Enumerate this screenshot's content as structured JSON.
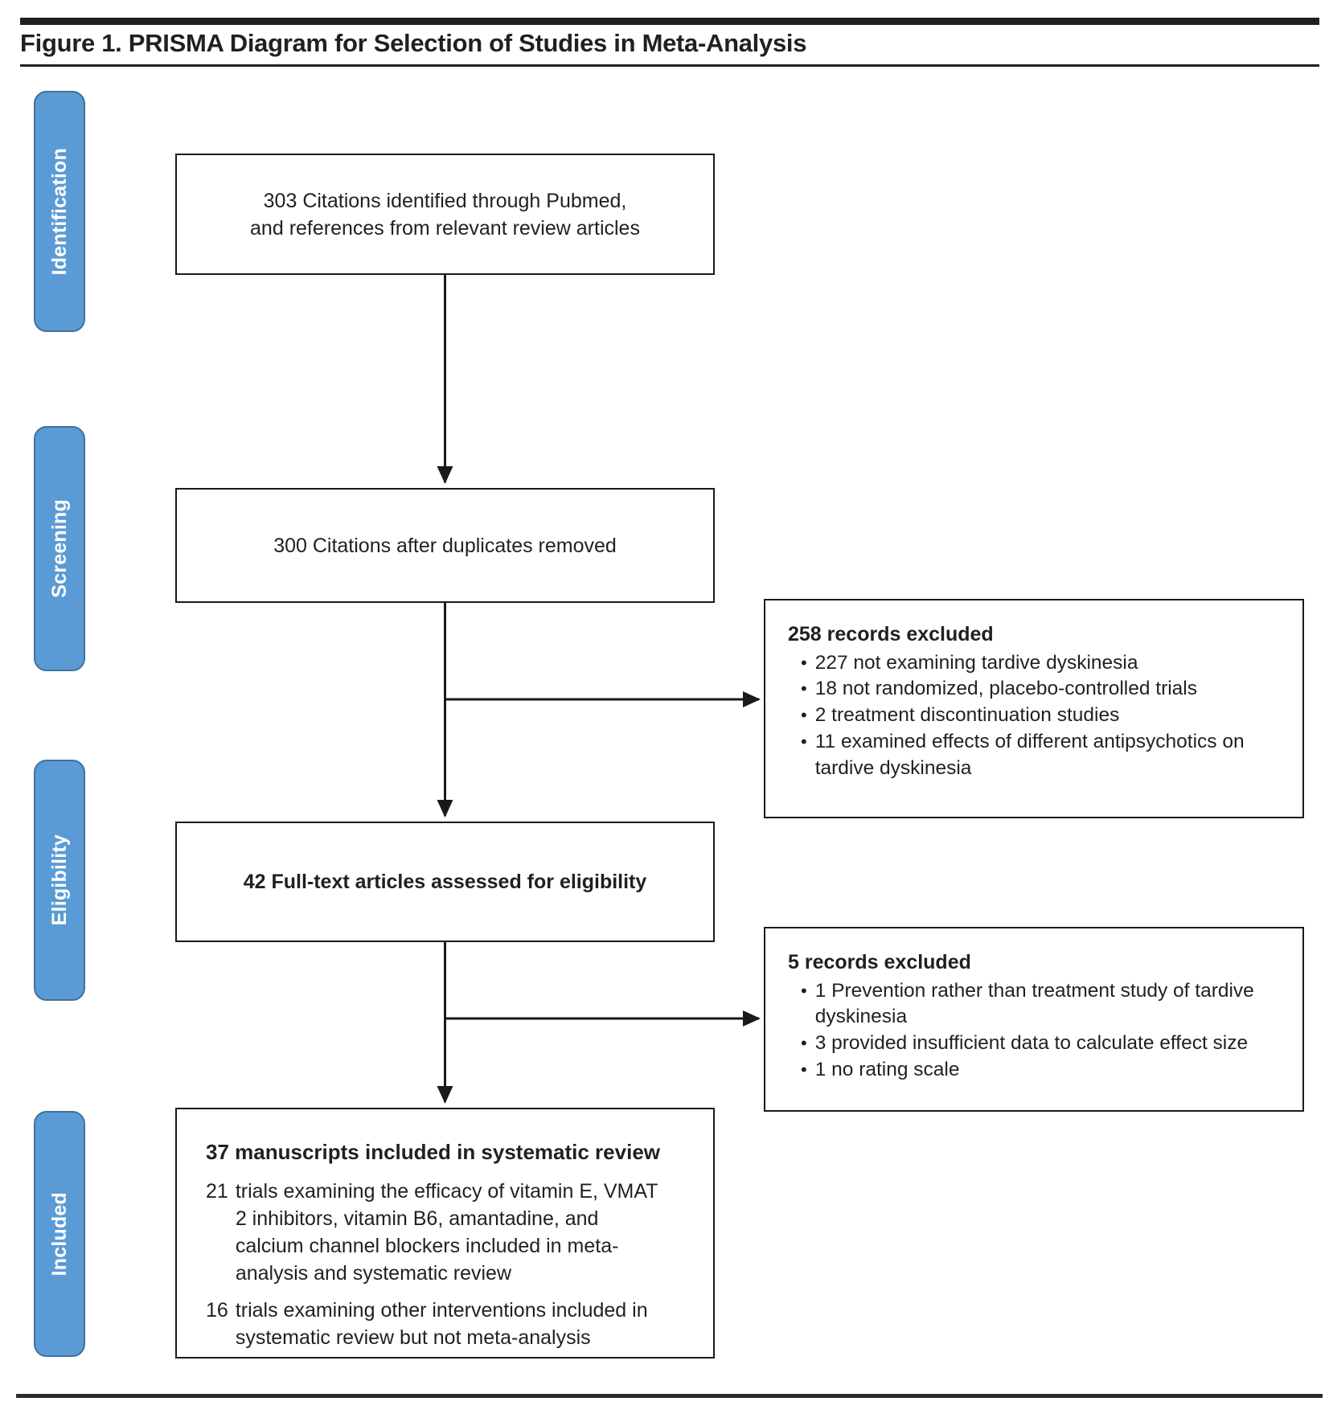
{
  "figure": {
    "title": "Figure 1. PRISMA Diagram for Selection of Studies in Meta-Analysis"
  },
  "colors": {
    "stage_fill": "#5b9bd5",
    "stage_border": "#41719c",
    "box_border": "#1a1a1a",
    "text": "#231f20",
    "stage_text": "#ffffff"
  },
  "stages": [
    {
      "label": "Identification"
    },
    {
      "label": "Screening"
    },
    {
      "label": "Eligibility"
    },
    {
      "label": "Included"
    }
  ],
  "boxes": {
    "identified": {
      "lines": [
        "303 Citations identified through Pubmed,",
        "and references from relevant review articles"
      ]
    },
    "deduplicated": {
      "text": "300 Citations after duplicates removed"
    },
    "excluded_screening": {
      "heading": "258 records excluded",
      "bullets": [
        "227 not examining tardive dyskinesia",
        "18 not randomized, placebo-controlled trials",
        "2 treatment discontinuation studies",
        "11 examined effects of different antipsychotics on tardive dyskinesia"
      ]
    },
    "fulltext": {
      "text": "42 Full-text articles assessed for eligibility"
    },
    "excluded_eligibility": {
      "heading": "5 records excluded",
      "bullets": [
        "1 Prevention rather than treatment study of tardive dyskinesia",
        "3 provided insufficient data to calculate effect size",
        "1 no rating scale"
      ]
    },
    "included": {
      "heading": "37 manuscripts included in systematic review",
      "items": [
        {
          "num": "21",
          "text": "trials examining the efficacy of vitamin E, VMAT 2 inhibitors, vitamin B6, amantadine, and calcium channel blockers included in meta-analysis and systematic review"
        },
        {
          "num": "16",
          "text": "trials examining other interventions included in systematic review but not meta-analysis"
        }
      ]
    }
  }
}
